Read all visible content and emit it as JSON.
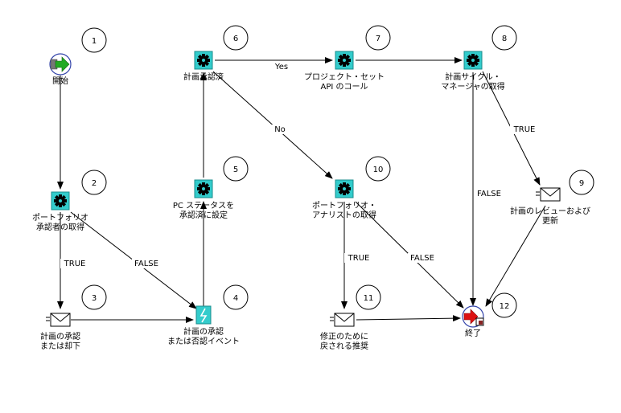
{
  "nodes": [
    {
      "id": "start",
      "type": "start",
      "num": "1",
      "lines": [
        "開始"
      ]
    },
    {
      "id": "n2",
      "type": "function",
      "num": "2",
      "lines": [
        "ポートフォリオ",
        "承認者の取得"
      ]
    },
    {
      "id": "n3",
      "type": "notification",
      "num": "3",
      "lines": [
        "計画の承認",
        "または却下"
      ]
    },
    {
      "id": "n4",
      "type": "event",
      "num": "4",
      "lines": [
        "計画の承認",
        "または否認イベント"
      ]
    },
    {
      "id": "n5",
      "type": "function",
      "num": "5",
      "lines": [
        "PC ステータスを",
        "承認済に設定"
      ]
    },
    {
      "id": "n6",
      "type": "function",
      "num": "6",
      "lines": [
        "計画承認済"
      ]
    },
    {
      "id": "n7",
      "type": "function",
      "num": "7",
      "lines": [
        "プロジェクト・セット",
        "API のコール"
      ]
    },
    {
      "id": "n8",
      "type": "function",
      "num": "8",
      "lines": [
        "計画サイクル・",
        "マネージャの取得"
      ]
    },
    {
      "id": "n9",
      "type": "notification",
      "num": "9",
      "lines": [
        "計画のレビューおよび",
        "更新"
      ]
    },
    {
      "id": "n10",
      "type": "function",
      "num": "10",
      "lines": [
        "ポートフォリオ・",
        "アナリストの取得"
      ]
    },
    {
      "id": "n11",
      "type": "notification",
      "num": "11",
      "lines": [
        "修正のために",
        "戻される推奨"
      ]
    },
    {
      "id": "end",
      "type": "end",
      "num": "12",
      "lines": [
        "終了"
      ]
    }
  ],
  "edges": [
    {
      "from": "start",
      "to": "n2",
      "label": ""
    },
    {
      "from": "n2",
      "to": "n3",
      "label": "TRUE"
    },
    {
      "from": "n2",
      "to": "n4",
      "label": "FALSE"
    },
    {
      "from": "n3",
      "to": "n4",
      "label": ""
    },
    {
      "from": "n4",
      "to": "n5",
      "label": ""
    },
    {
      "from": "n5",
      "to": "n6",
      "label": ""
    },
    {
      "from": "n6",
      "to": "n7",
      "label": "Yes"
    },
    {
      "from": "n6",
      "to": "n10",
      "label": "No"
    },
    {
      "from": "n7",
      "to": "n8",
      "label": ""
    },
    {
      "from": "n8",
      "to": "n9",
      "label": "TRUE"
    },
    {
      "from": "n8",
      "to": "end",
      "label": "FALSE"
    },
    {
      "from": "n9",
      "to": "end",
      "label": ""
    },
    {
      "from": "n10",
      "to": "n11",
      "label": "TRUE"
    },
    {
      "from": "n10",
      "to": "end",
      "label": "FALSE"
    },
    {
      "from": "n11",
      "to": "end",
      "label": ""
    }
  ],
  "colors": {
    "function_icon": "#33cccc",
    "start_arrow": "#22aa22",
    "end_arrow": "#dd1111",
    "event_icon": "#33cccc"
  }
}
